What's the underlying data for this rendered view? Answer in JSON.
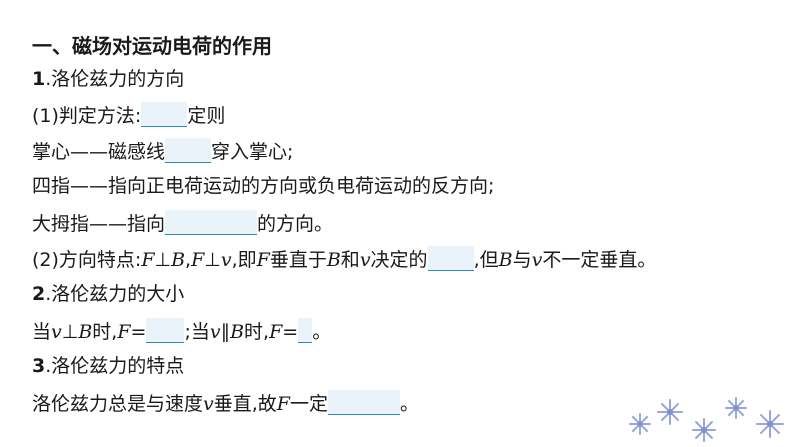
{
  "heading": "一、磁场对运动电荷的作用",
  "s1": {
    "num": "1",
    "title": ".洛伦兹力的方向"
  },
  "p1": {
    "label": "(1)判定方法:",
    "after": "定则"
  },
  "palm": {
    "before": "掌心——磁感线",
    "after": "穿入掌心;"
  },
  "fingers": "四指——指向正电荷运动的方向或负电荷运动的反方向;",
  "thumb": {
    "before": "大拇指——指向",
    "after": "的方向。"
  },
  "p2": {
    "label": "(2)方向特点:",
    "F": "F",
    "perp": "⊥",
    "B": "B",
    "comma": ",",
    "v": "v",
    "mid": ",即",
    "mid2": "垂直于",
    "and": "和",
    "mid3": "决定的",
    "tail1": ",但",
    "tail2": "与",
    "tail3": "不一定垂直。"
  },
  "s2": {
    "num": "2",
    "title": ".洛伦兹力的大小"
  },
  "formula": {
    "when": "当",
    "perp": "⊥",
    "time1": "时,",
    "F": "F",
    "eq": "=",
    "semi": ";当",
    "parallel": "∥",
    "end": "。",
    "v": "v",
    "B": "B"
  },
  "s3": {
    "num": "3",
    "title": ".洛伦兹力的特点"
  },
  "last": {
    "before": "洛伦兹力总是与速度",
    "v": "v",
    "mid": "垂直,故",
    "F": "F",
    "mid2": "一定",
    "end": "。"
  }
}
